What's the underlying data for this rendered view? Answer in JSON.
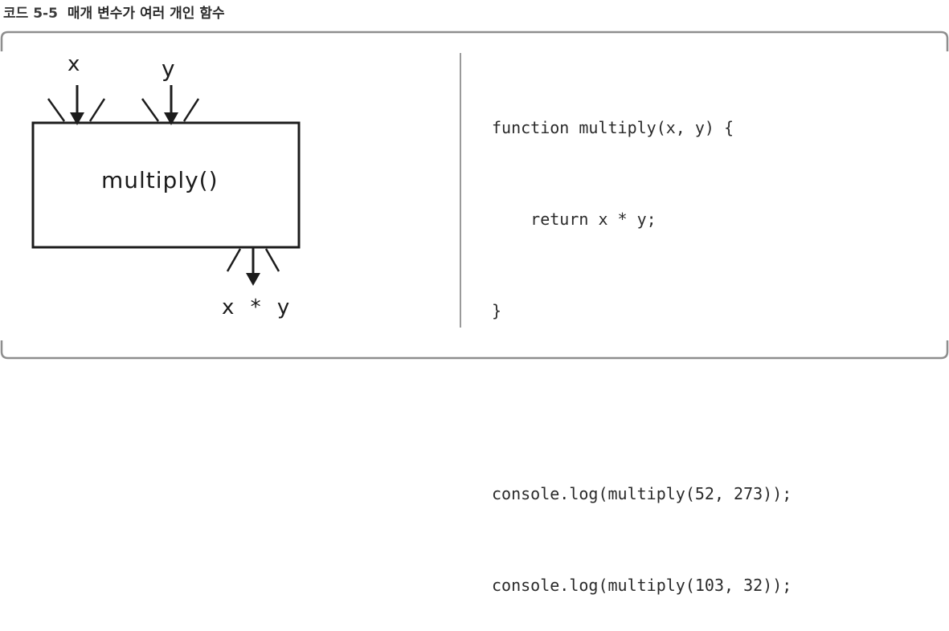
{
  "caption": {
    "label": "코드 5-5",
    "title": "매개 변수가 여러 개인 함수"
  },
  "diagram": {
    "param_x": "x",
    "param_y": "y",
    "function_label": "multiply()",
    "output_label": "x * y"
  },
  "code": {
    "lines": [
      "function multiply(x, y) {",
      "    return x * y;",
      "}",
      "",
      "console.log(multiply(52, 273));",
      "console.log(multiply(103, 32));"
    ]
  }
}
